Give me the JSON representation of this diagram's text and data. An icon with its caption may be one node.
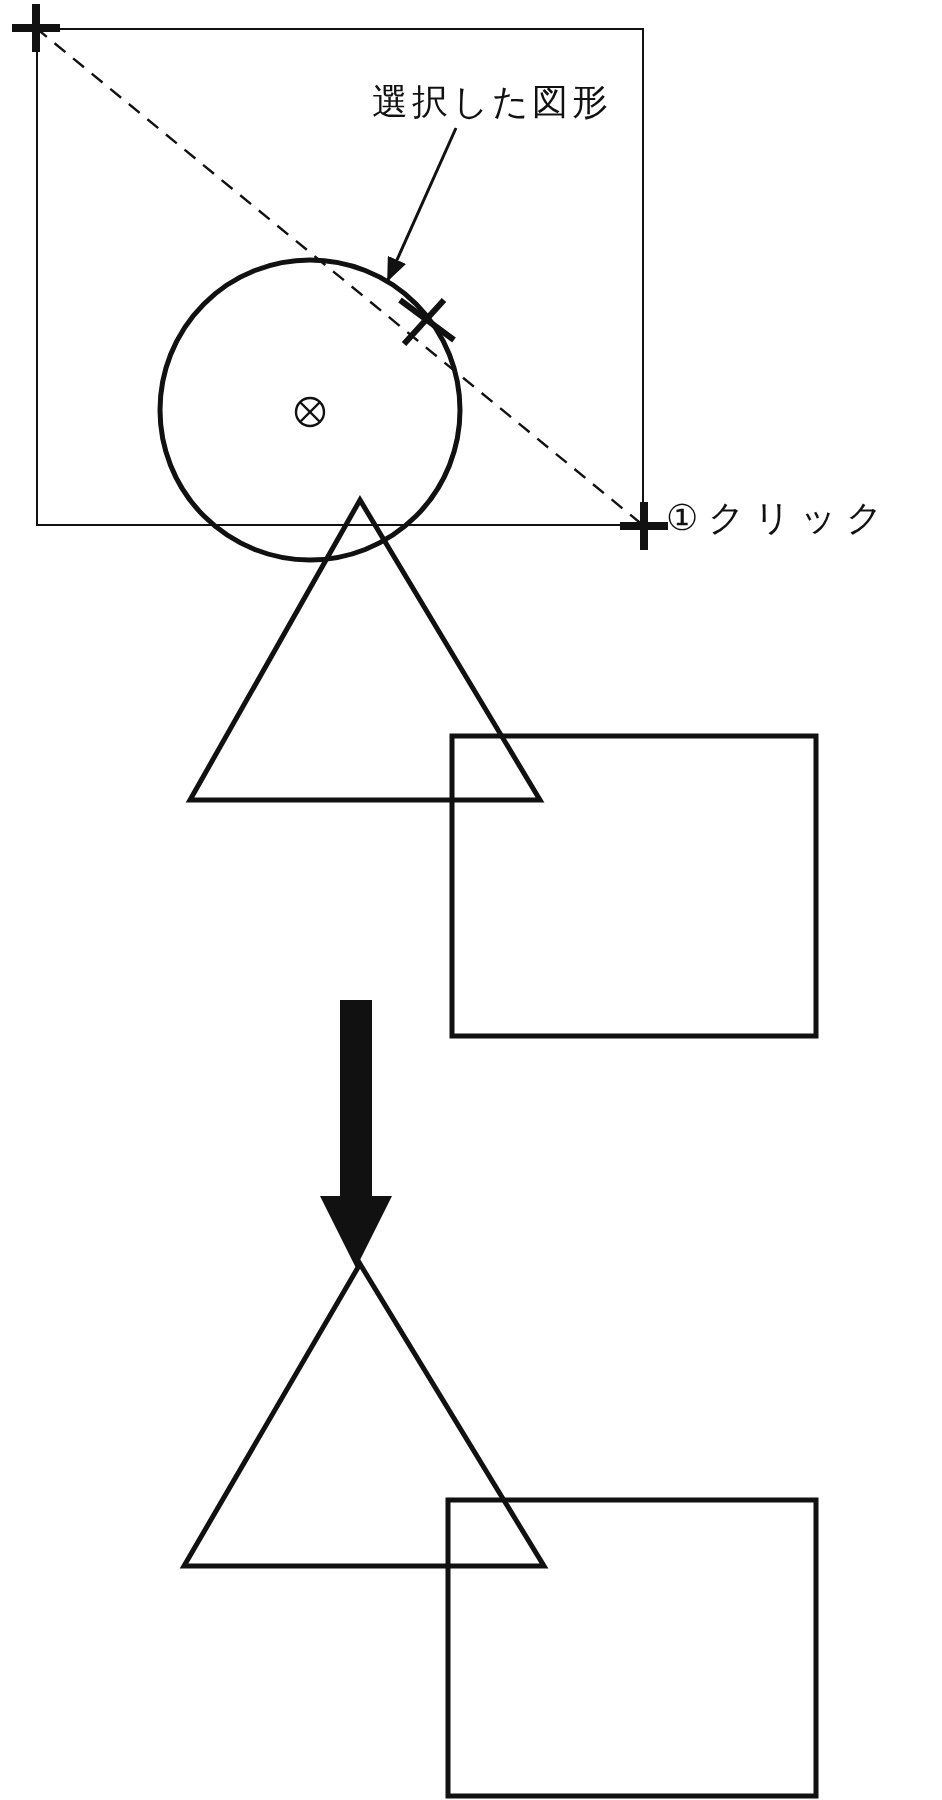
{
  "diagram": {
    "nodes": [
      {
        "text": [],
        "shape": "box"
      },
      {
        "text": [
          "選択した図形"
        ],
        "in": 0
      },
      {
        "text": [],
        "shape": "circle"
      },
      {
        "text": [],
        "shape": "triangle"
      },
      {
        "text": [],
        "shape": "box"
      },
      {
        "text": [],
        "shape": "triangle"
      },
      {
        "text": [],
        "shape": "box"
      }
    ],
    "edges": [
      {
        "from": 1,
        "to": 2,
        "arrow": "to"
      },
      {
        "from": null,
        "to": 5,
        "arrow": "to",
        "style": "thick"
      }
    ],
    "labels": [
      "①クリック"
    ]
  }
}
